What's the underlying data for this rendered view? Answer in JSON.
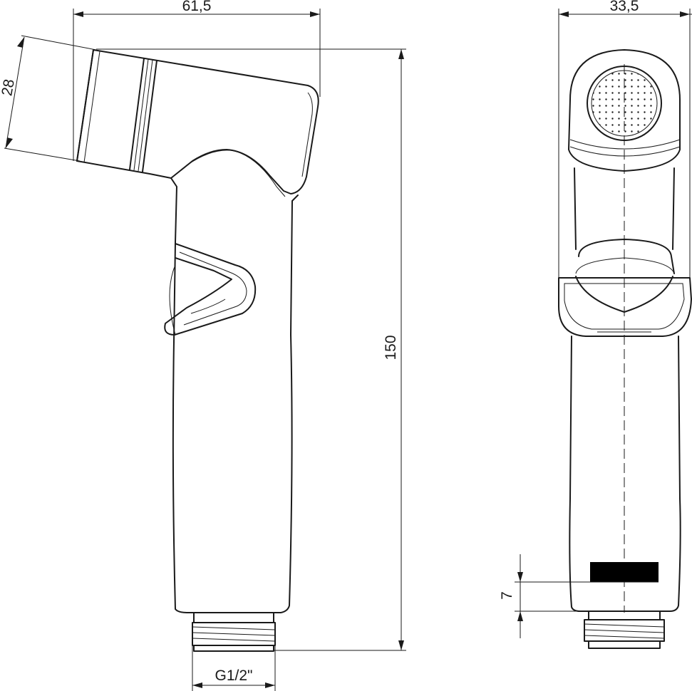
{
  "dimensions": {
    "width": "61,5",
    "head_length": "28",
    "height": "150",
    "side_width": "33,5",
    "thread": "G1/2\"",
    "marker_height": "7"
  }
}
